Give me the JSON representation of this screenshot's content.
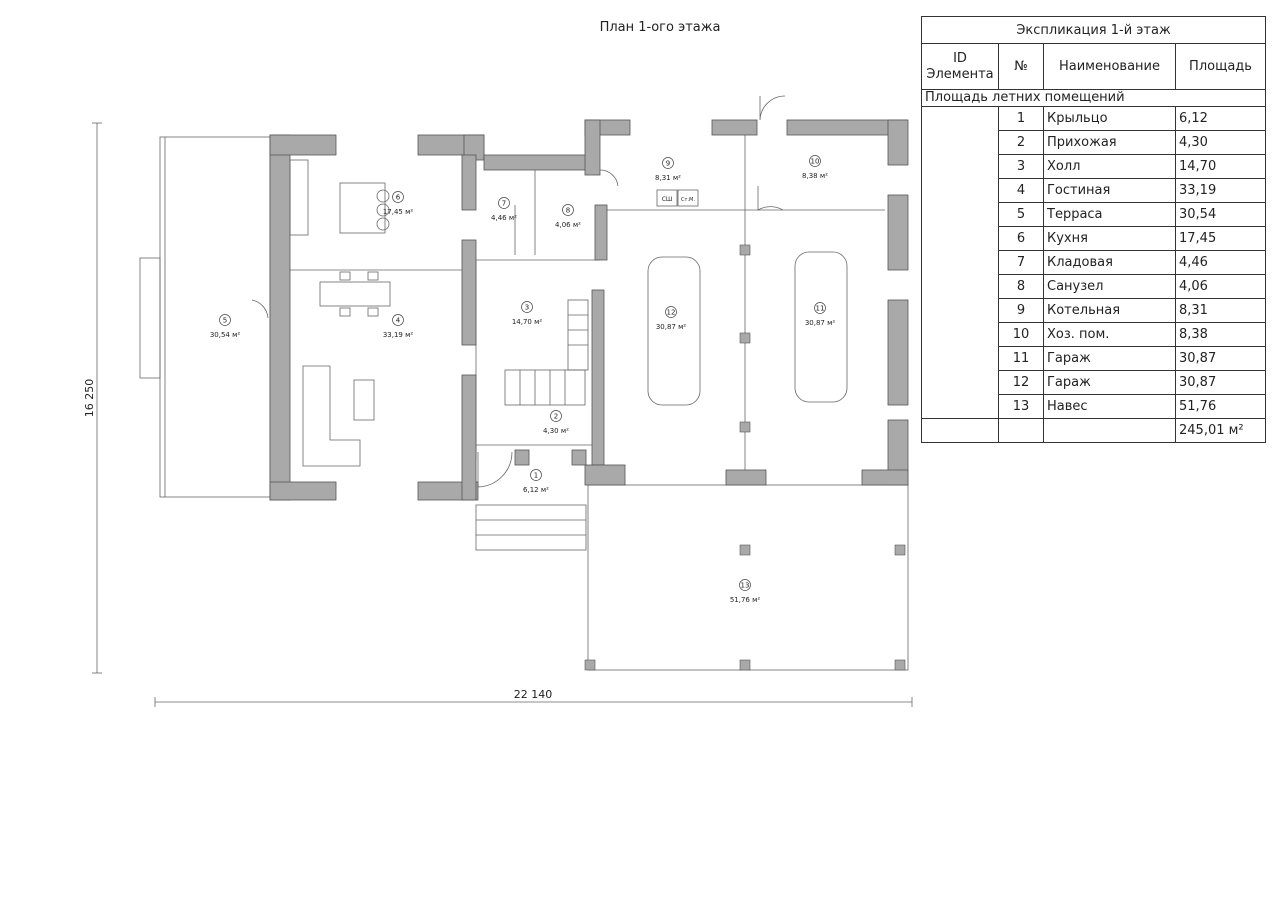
{
  "plan_title": "План 1-ого этажа",
  "dimensions": {
    "width": "22 140",
    "height": "16 250"
  },
  "rooms": [
    {
      "id": "1",
      "area": "6,12 м²"
    },
    {
      "id": "2",
      "area": "4,30 м²"
    },
    {
      "id": "3",
      "area": "14,70 м²"
    },
    {
      "id": "4",
      "area": "33,19 м²"
    },
    {
      "id": "5",
      "area": "30,54 м²"
    },
    {
      "id": "6",
      "area": "17,45 м²"
    },
    {
      "id": "7",
      "area": "4,46 м²"
    },
    {
      "id": "8",
      "area": "4,06 м²"
    },
    {
      "id": "9",
      "area": "8,31 м²"
    },
    {
      "id": "10",
      "area": "8,38 м²"
    },
    {
      "id": "11",
      "area": "30,87 м²"
    },
    {
      "id": "12",
      "area": "30,87 м²"
    },
    {
      "id": "13",
      "area": "51,76 м²"
    }
  ],
  "fixture_labels": {
    "boiler_1": "СШ",
    "boiler_2": "Ст.М."
  },
  "explication": {
    "title": "Экспликация 1-й этаж",
    "headers": {
      "id": "ID Элемента",
      "num": "№",
      "name": "Наименование",
      "area": "Площадь"
    },
    "section": "Площадь летних помещений",
    "rows": [
      {
        "num": "1",
        "name": "Крыльцо",
        "area": "6,12"
      },
      {
        "num": "2",
        "name": "Прихожая",
        "area": "4,30"
      },
      {
        "num": "3",
        "name": "Холл",
        "area": "14,70"
      },
      {
        "num": "4",
        "name": "Гостиная",
        "area": "33,19"
      },
      {
        "num": "5",
        "name": "Терраса",
        "area": "30,54"
      },
      {
        "num": "6",
        "name": "Кухня",
        "area": "17,45"
      },
      {
        "num": "7",
        "name": "Кладовая",
        "area": "4,46"
      },
      {
        "num": "8",
        "name": "Санузел",
        "area": "4,06"
      },
      {
        "num": "9",
        "name": "Котельная",
        "area": "8,31"
      },
      {
        "num": "10",
        "name": "Хоз. пом.",
        "area": "8,38"
      },
      {
        "num": "11",
        "name": "Гараж",
        "area": "30,87"
      },
      {
        "num": "12",
        "name": "Гараж",
        "area": "30,87"
      },
      {
        "num": "13",
        "name": "Навес",
        "area": "51,76"
      }
    ],
    "total": "245,01 м²"
  },
  "colors": {
    "wall_fill": "#a9a9a9",
    "line": "#555555"
  }
}
